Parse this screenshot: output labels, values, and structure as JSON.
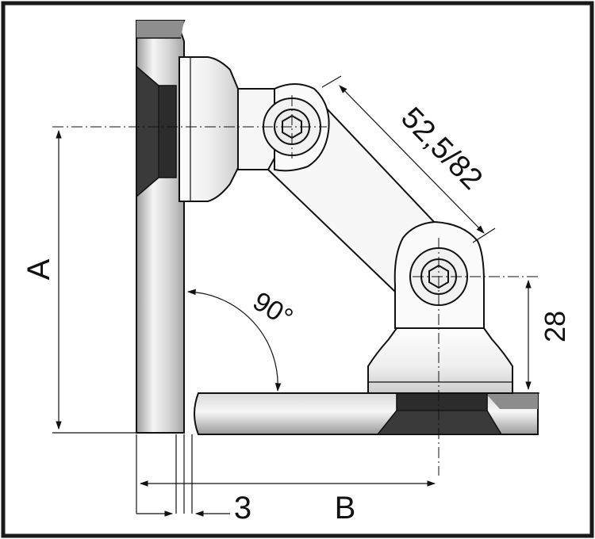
{
  "diagram": {
    "label_a": "A",
    "label_b": "B",
    "label_gap": "3",
    "label_angle": "90°",
    "label_arm_length": "52,5/82",
    "label_height": "28"
  },
  "colors": {
    "frame": "#1a1a1a",
    "line": "#111111",
    "gasket": "#3a3a3a",
    "glass_light": "#f4f4f4",
    "glass_dark": "#a9a9a9",
    "metal_light": "#fafafa",
    "metal_mid": "#dcdcdc"
  }
}
